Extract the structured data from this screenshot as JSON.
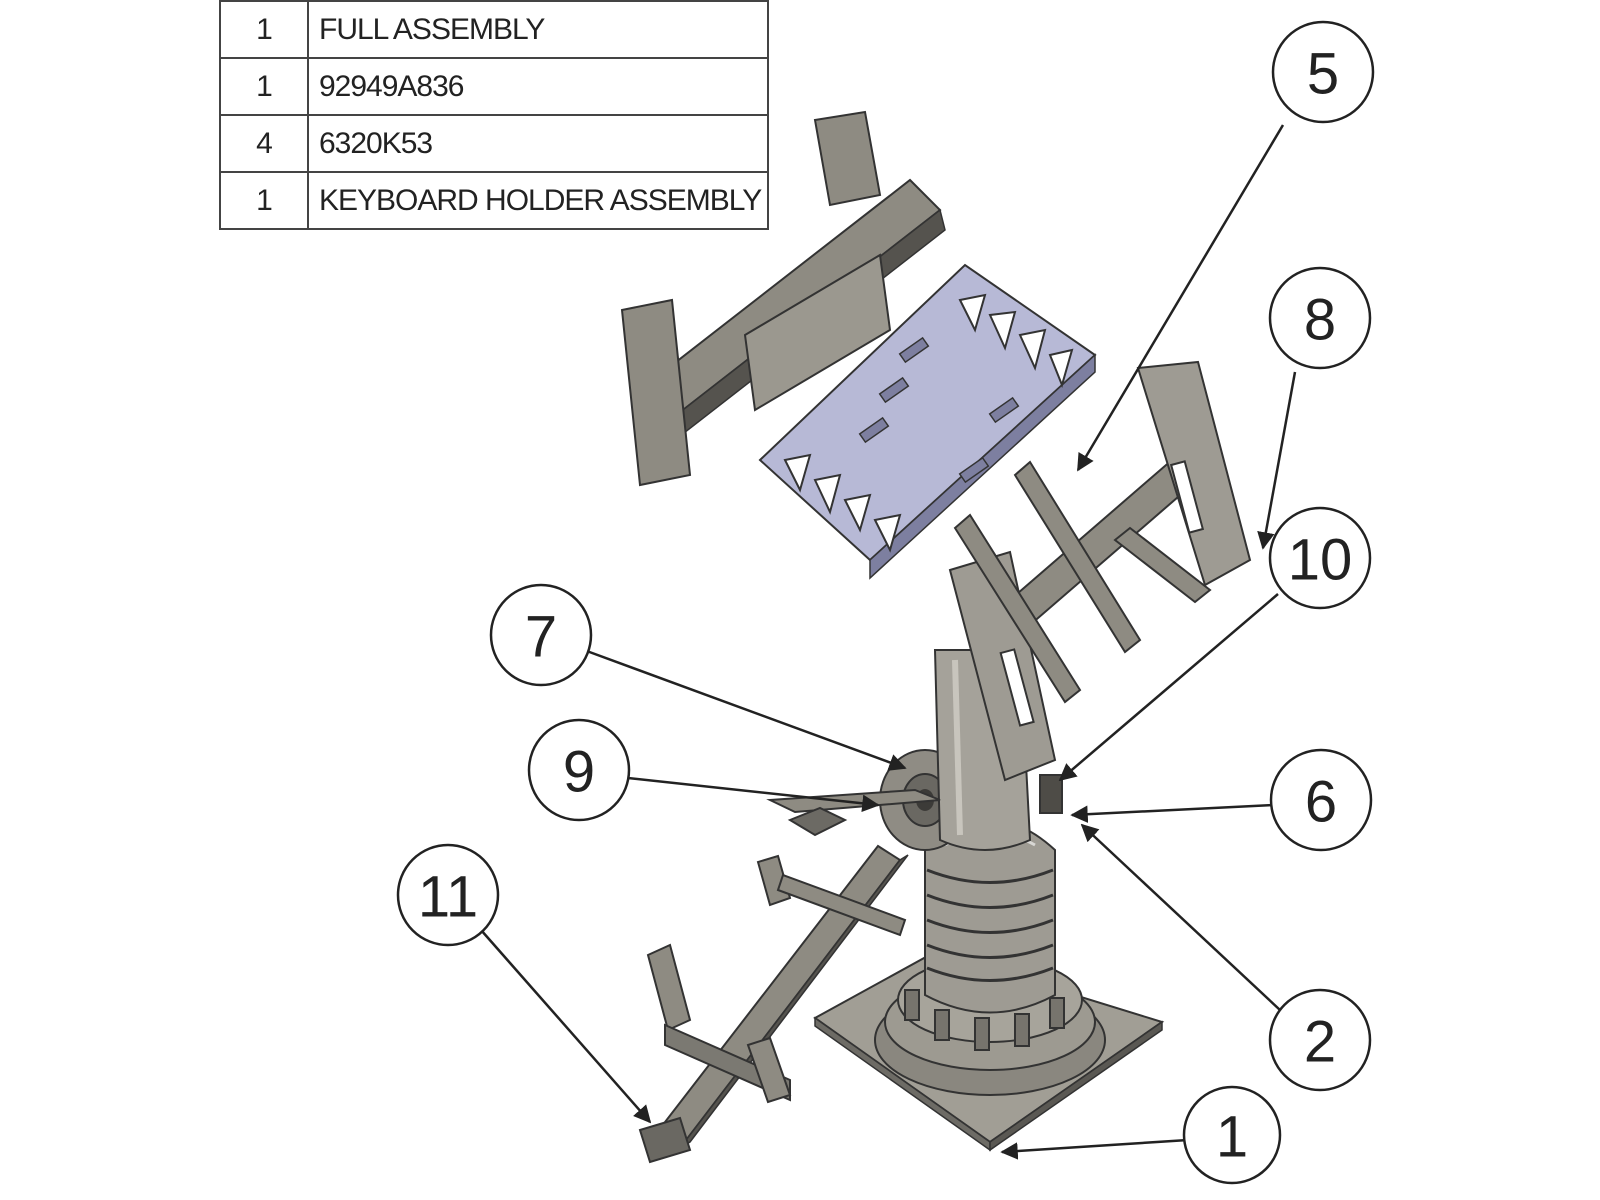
{
  "bom": {
    "rows": [
      {
        "qty": "1",
        "description": "FULL ASSEMBLY"
      },
      {
        "qty": "1",
        "description": "92949A836"
      },
      {
        "qty": "4",
        "description": "6320K53"
      },
      {
        "qty": "1",
        "description": "KEYBOARD HOLDER ASSEMBLY"
      }
    ]
  },
  "balloons": {
    "b5": "5",
    "b8": "8",
    "b10": "10",
    "b7": "7",
    "b9": "9",
    "b6": "6",
    "b11": "11",
    "b2": "2",
    "b1": "1"
  },
  "colors": {
    "part_gray": "#8e8b82",
    "part_dark": "#4e4c47",
    "plate_blue": "#b7b9d6",
    "line": "#222222"
  }
}
